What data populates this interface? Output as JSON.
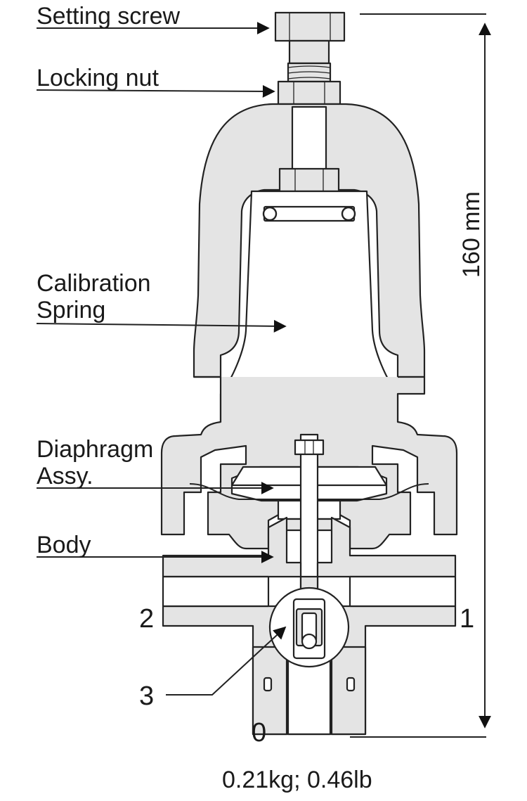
{
  "labels": {
    "setting_screw": "Setting screw",
    "locking_nut": "Locking nut",
    "calibration_spring_line1": "Calibration",
    "calibration_spring_line2": "Spring",
    "diaphragm_line1": "Diaphragm",
    "diaphragm_line2": "Assy.",
    "body": "Body"
  },
  "ports": {
    "outlet": "2",
    "inlet": "1",
    "valve": "3",
    "bottom": "0"
  },
  "dimension": "160 mm",
  "weight": "0.21kg; 0.46lb",
  "colors": {
    "part_fill": "#e4e4e4",
    "stroke": "#222222"
  }
}
